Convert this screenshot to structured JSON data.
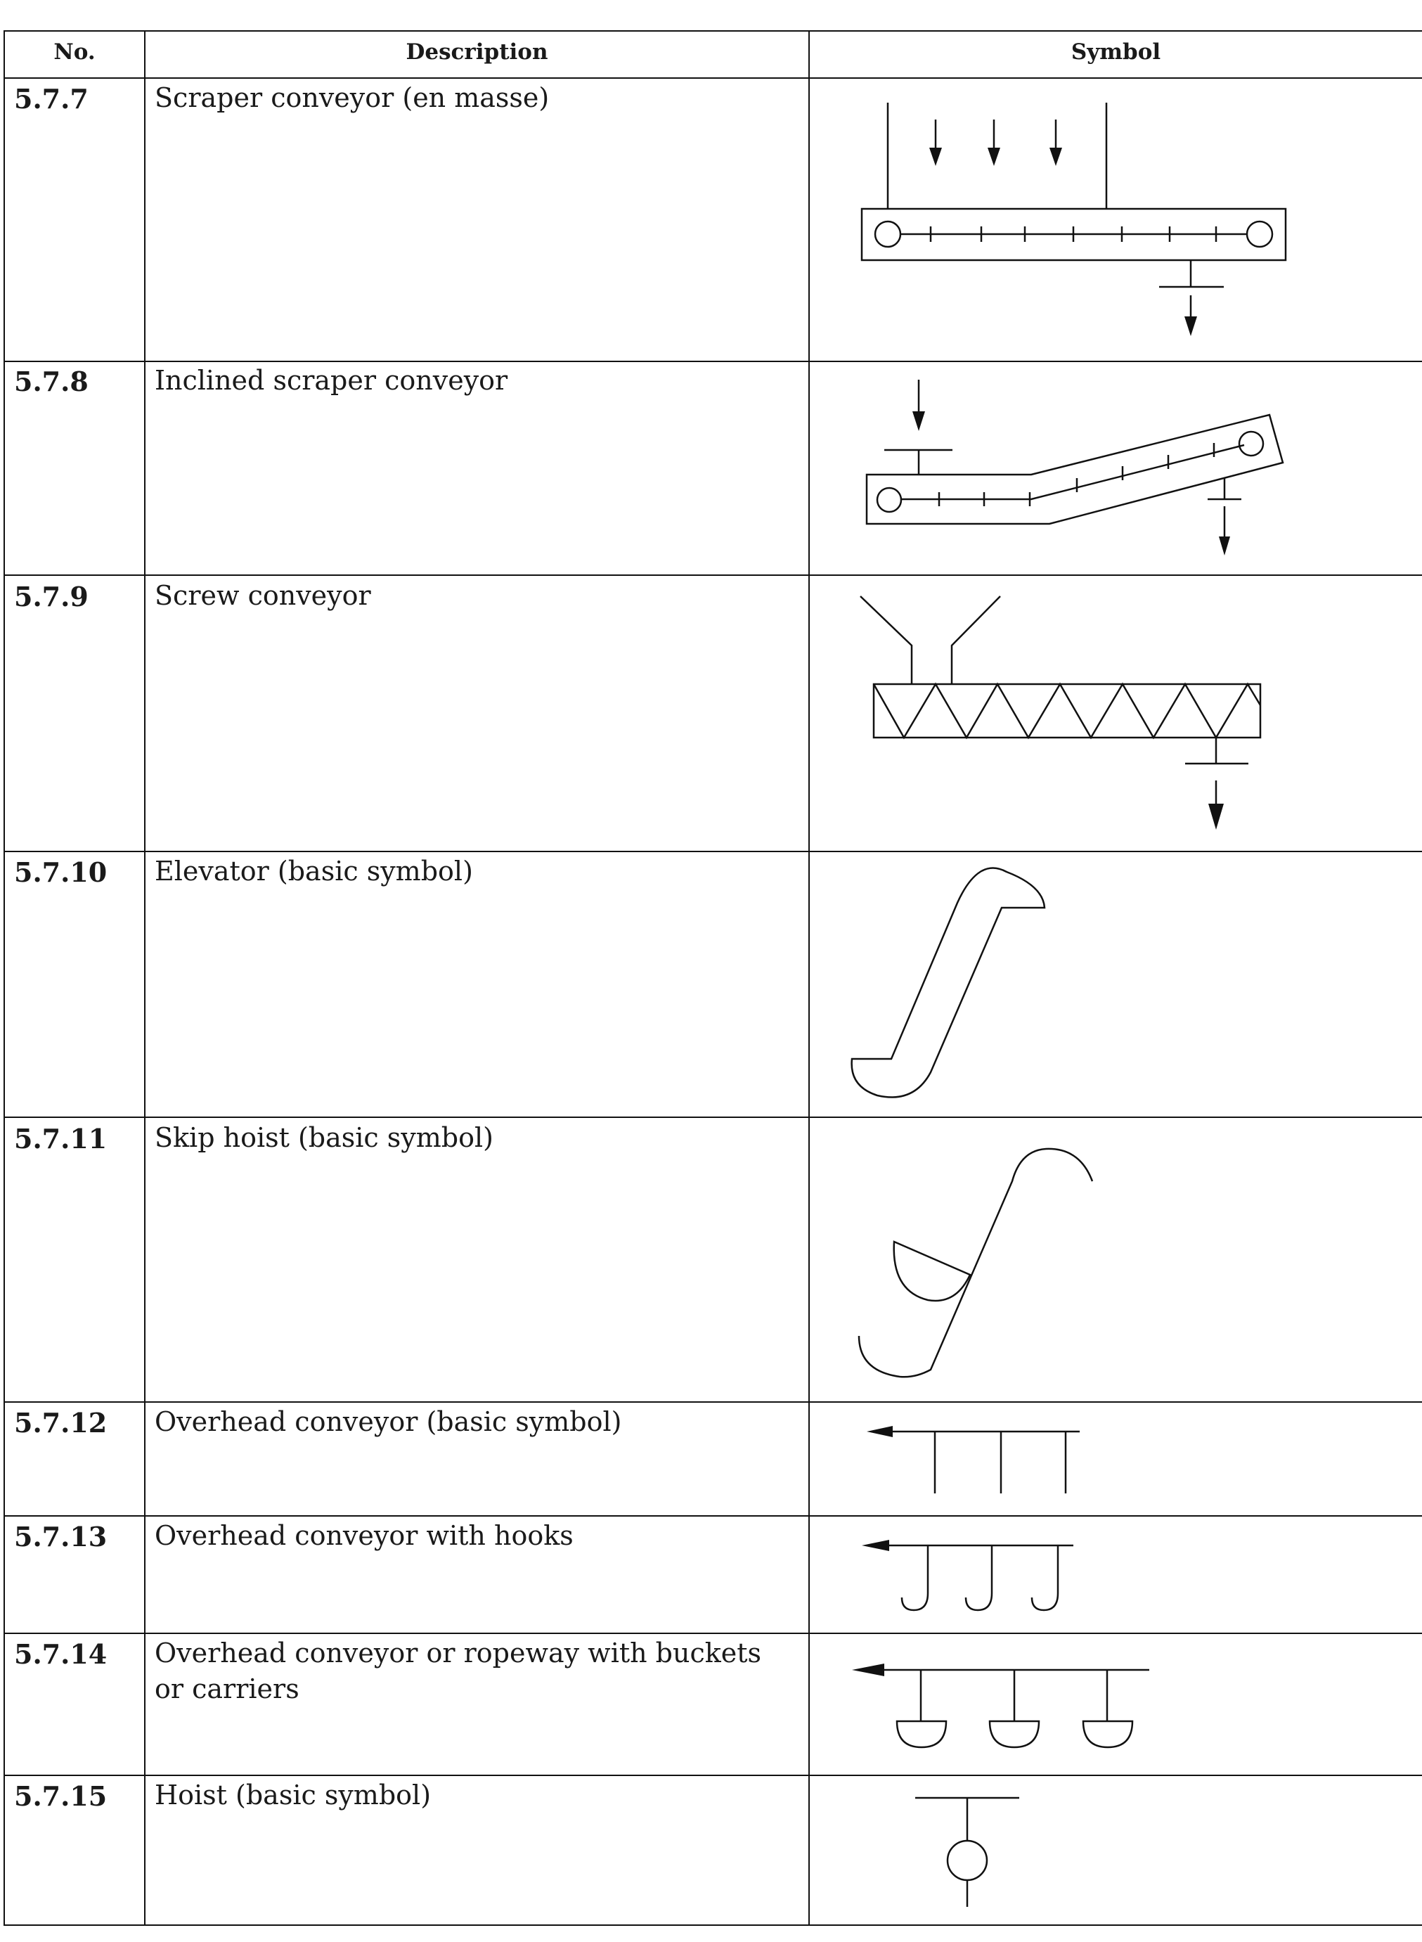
{
  "table": {
    "headers": {
      "no": "No.",
      "description": "Description",
      "symbol": "Symbol"
    },
    "rows": [
      {
        "no": "5.7.7",
        "description": "Scraper conveyor (en masse)",
        "symbol_icon": "scraper-conveyor-en-masse"
      },
      {
        "no": "5.7.8",
        "description": "Inclined scraper conveyor",
        "symbol_icon": "inclined-scraper-conveyor"
      },
      {
        "no": "5.7.9",
        "description": "Screw conveyor",
        "symbol_icon": "screw-conveyor"
      },
      {
        "no": "5.7.10",
        "description": "Elevator (basic symbol)",
        "symbol_icon": "elevator"
      },
      {
        "no": "5.7.11",
        "description": "Skip hoist (basic symbol)",
        "symbol_icon": "skip-hoist"
      },
      {
        "no": "5.7.12",
        "description": "Overhead conveyor (basic symbol)",
        "symbol_icon": "overhead-conveyor"
      },
      {
        "no": "5.7.13",
        "description": "Overhead conveyor with hooks",
        "symbol_icon": "overhead-conveyor-hooks"
      },
      {
        "no": "5.7.14",
        "description": "Overhead conveyor or ropeway with buckets or carriers",
        "symbol_icon": "overhead-conveyor-buckets"
      },
      {
        "no": "5.7.15",
        "description": "Hoist (basic symbol)",
        "symbol_icon": "hoist"
      }
    ]
  }
}
